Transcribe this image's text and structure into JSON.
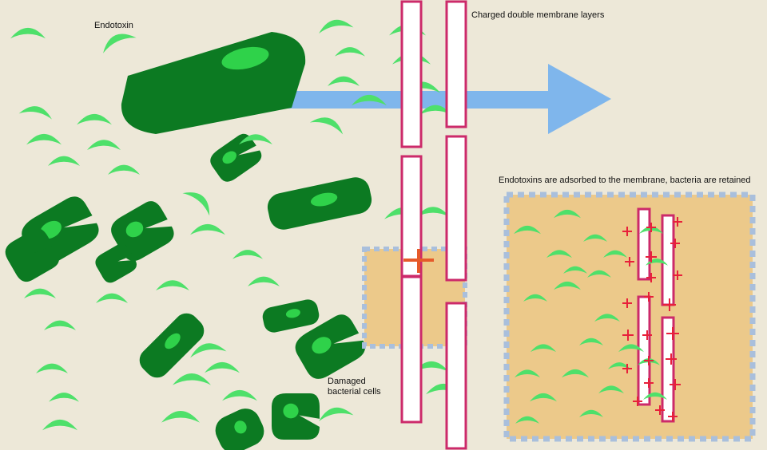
{
  "labels": {
    "endotoxin": "Endotoxin",
    "membrane_layers": "Charged double membrane layers",
    "adsorption": "Endotoxins are adsorbed to the membrane, bacteria are retained",
    "damaged_line1": "Damaged",
    "damaged_line2": "bacterial cells"
  },
  "colors": {
    "background": "#ede8d8",
    "bacteria": "#0c7a22",
    "bacteria_spot": "#2fd24a",
    "endotoxin": "#4ee06a",
    "membrane_border": "#cc2a6a",
    "flow_arrow": "#7fb6ec",
    "zoom_box_fill": "#ecc98a",
    "zoom_box_border": "#a9bfdc",
    "positive_charge": "#e8203a",
    "charge_highlight": "#e65a2a"
  },
  "symbols": {
    "charge": "+"
  }
}
